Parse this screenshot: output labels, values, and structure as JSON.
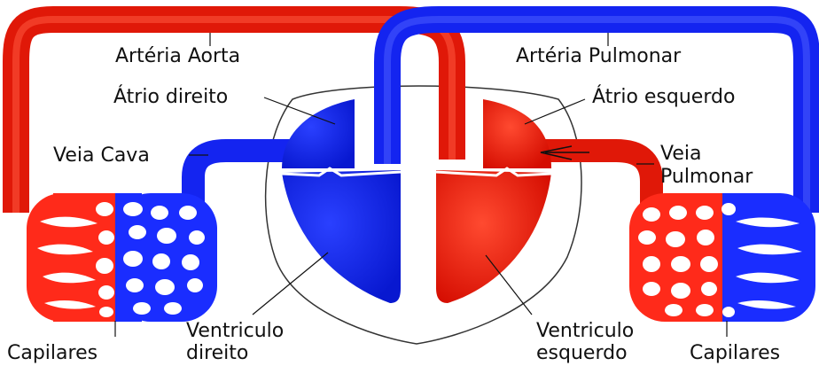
{
  "labels": {
    "arteria_aorta": "Artéria Aorta",
    "arteria_pulmonar": "Artéria Pulmonar",
    "atrio_direito": "Átrio direito",
    "atrio_esquerdo": "Átrio esquerdo",
    "veia_cava": "Veia Cava",
    "veia_pulmonar_line1": "Veia",
    "veia_pulmonar_line2": "Pulmonar",
    "ventriculo_direito_line1": "Ventriculo",
    "ventriculo_direito_line2": "direito",
    "ventriculo_esquerdo_line1": "Ventriculo",
    "ventriculo_esquerdo_line2": "esquerdo",
    "capilares_left": "Capilares",
    "capilares_right": "Capilares"
  },
  "colors": {
    "oxygenated": "#ff2a1a",
    "deoxygenated": "#1a2dff",
    "heart_outline": "#333333"
  }
}
